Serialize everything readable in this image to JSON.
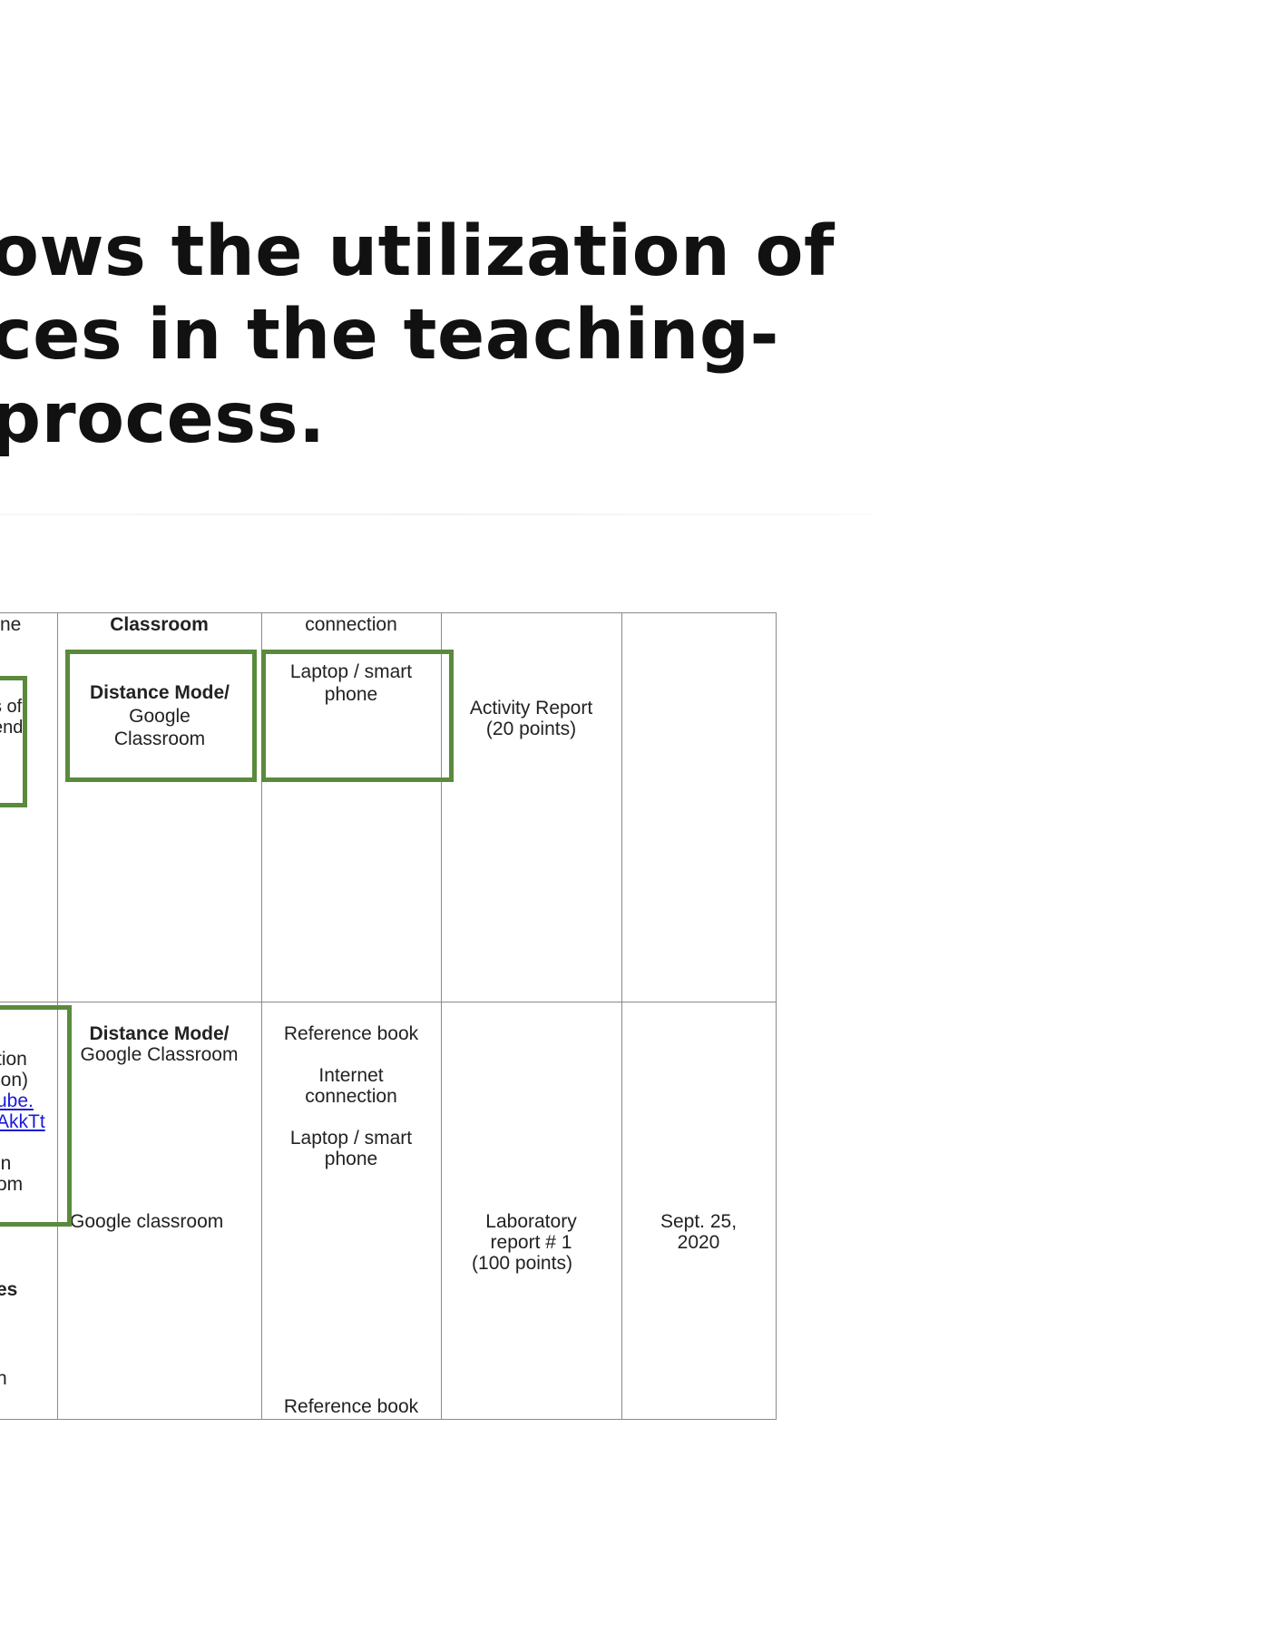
{
  "heading": {
    "line1": "ows the utilization of",
    "line2": "ces in the teaching-",
    "line3": " process."
  },
  "table": {
    "header": {
      "col0": "ne",
      "col1": "Classroom",
      "col2": "connection"
    },
    "row1": {
      "col0_a": "s of",
      "col0_b": "end",
      "col1_bold": "Distance Mode/",
      "col1_line2": "Google",
      "col1_line3": "Classroom",
      "col2_line1": "Laptop / smart",
      "col2_line2": "phone",
      "col3_line1": "Activity Report",
      "col3_line2": "(20 points)"
    },
    "row2": {
      "col0_a": "tion",
      "col0_b": "ion)",
      "col0_c": "ube.",
      "col0_d": "AkkTt",
      "col0_e": "in",
      "col0_f": "om",
      "col0_g": "es",
      "col0_h": "n",
      "col1_bold": "Distance Mode/",
      "col1_line2": "Google Classroom",
      "col1_line3": "Google classroom",
      "col2_line1": "Reference book",
      "col2_line2": "Internet",
      "col2_line3": "connection",
      "col2_line4": "Laptop / smart",
      "col2_line5": "phone",
      "col2_line6": "Reference book",
      "col3_line1": "Laboratory",
      "col3_line2": "report # 1",
      "col3_line3": "(100 points)",
      "col4_line1": "Sept. 25,",
      "col4_line2": "2020"
    }
  },
  "colors": {
    "highlight_box": "#5a8a3c",
    "grid": "#8a8a8a",
    "link": "#1a1ad6"
  }
}
